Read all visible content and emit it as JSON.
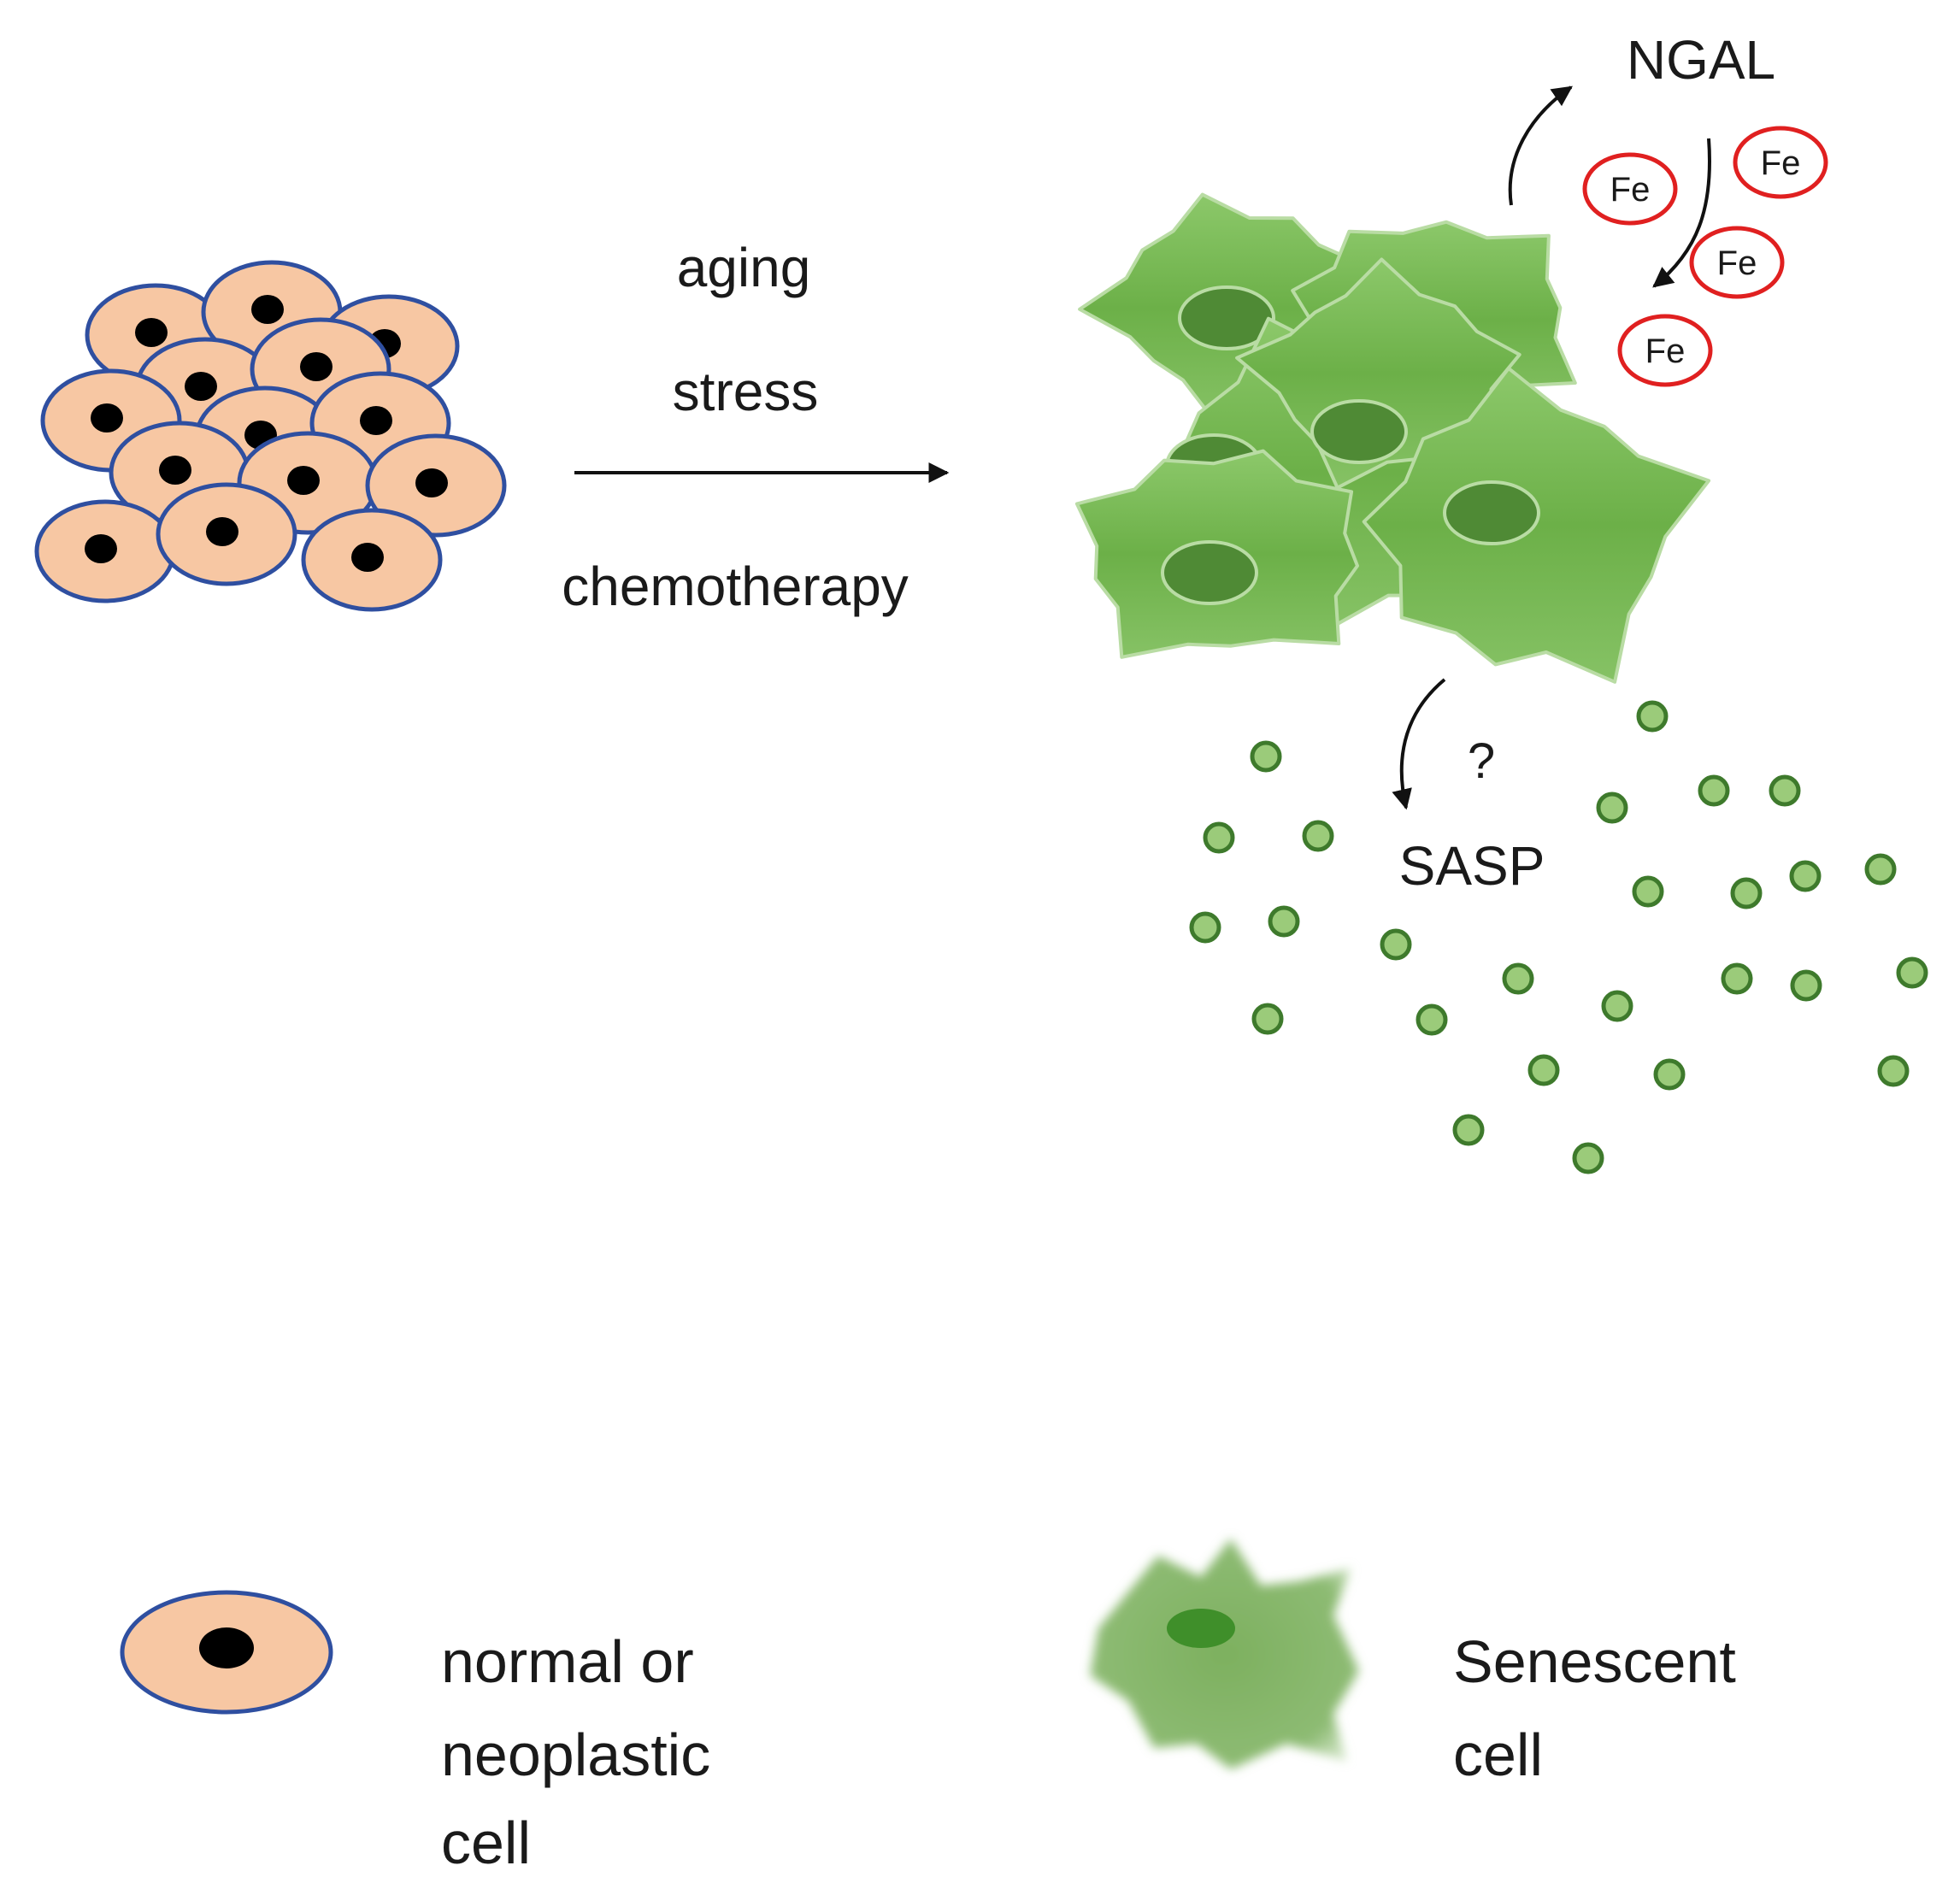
{
  "labels": {
    "aging": "aging",
    "stress": "stress",
    "chemotherapy": "chemotherapy",
    "ngal": "NGAL",
    "fe": "Fe",
    "question": "?",
    "sasp": "SASP"
  },
  "legend": {
    "normal_line1": "normal or",
    "normal_line2": "neoplastic",
    "normal_line3": "cell",
    "senescent_line1": "Senescent",
    "senescent_line2": "cell"
  },
  "colors": {
    "normal_cell_fill": "#F7C7A3",
    "normal_cell_stroke": "#2F4FA0",
    "nucleus": "#000000",
    "senescent_cell": "#6FB34A",
    "senescent_edge": "#B9DCA4",
    "senescent_nucleus": "#4F8A35",
    "sasp_dot_fill": "#9BCB7A",
    "sasp_dot_stroke": "#3E7A2C",
    "iron_stroke": "#E02020",
    "arrow": "#111111"
  }
}
